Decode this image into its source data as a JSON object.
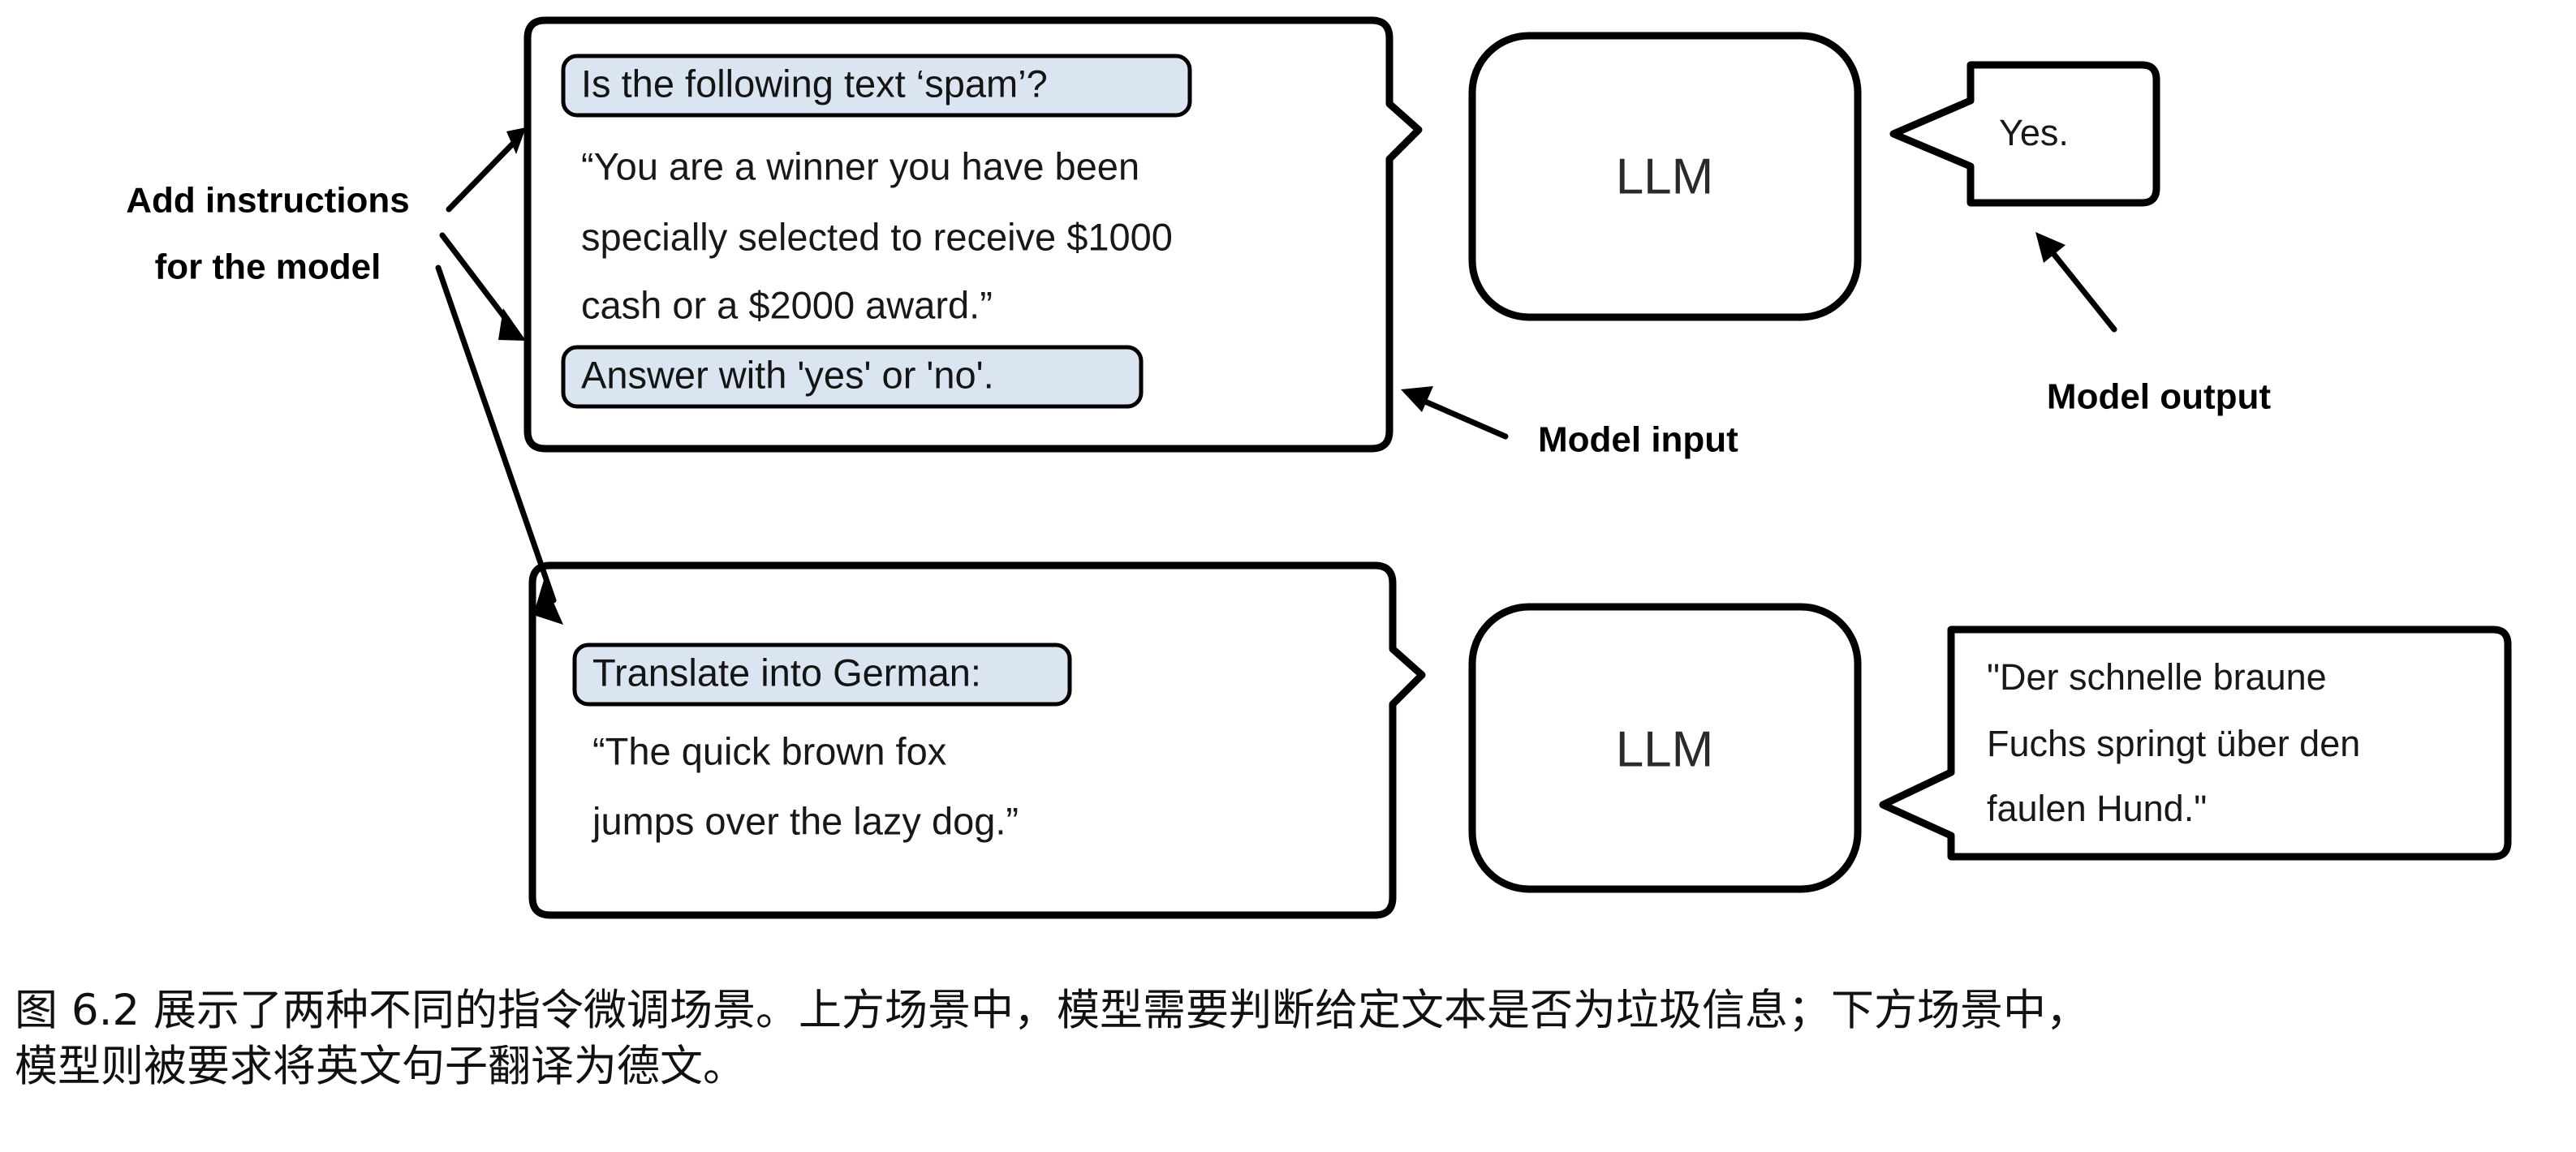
{
  "figure": {
    "annotations": {
      "add_instructions_line1": "Add instructions",
      "add_instructions_line2": "for the model",
      "model_input": "Model input",
      "model_output": "Model output"
    },
    "scenarios": [
      {
        "name": "spam-classification",
        "input_box": {
          "instruction_pill_top": "Is the following text ‘spam’?",
          "body_lines": [
            "“You are a winner you have been",
            "specially selected to receive $1000",
            "cash or a $2000 award.”"
          ],
          "instruction_pill_bottom": "Answer with 'yes' or 'no'."
        },
        "model_label": "LLM",
        "output_bubble_lines": [
          "Yes."
        ]
      },
      {
        "name": "translation",
        "input_box": {
          "instruction_pill_top": "Translate into German:",
          "body_lines": [
            "“The quick brown fox",
            "jumps over the lazy dog.”"
          ],
          "instruction_pill_bottom": null
        },
        "model_label": "LLM",
        "output_bubble_lines": [
          "\"Der schnelle braune",
          "Fuchs springt über den",
          "faulen Hund.\""
        ]
      }
    ],
    "colors": {
      "instruction_pill_background": "#dbe5f1",
      "stroke": "#000000",
      "box_background": "#ffffff",
      "page_background": "#ffffff"
    }
  },
  "caption": {
    "line1": "图 6.2 展示了两种不同的指令微调场景。上方场景中，模型需要判断给定文本是否为垃圾信息；下方场景中，",
    "line2": "模型则被要求将英文句子翻译为德文。"
  }
}
